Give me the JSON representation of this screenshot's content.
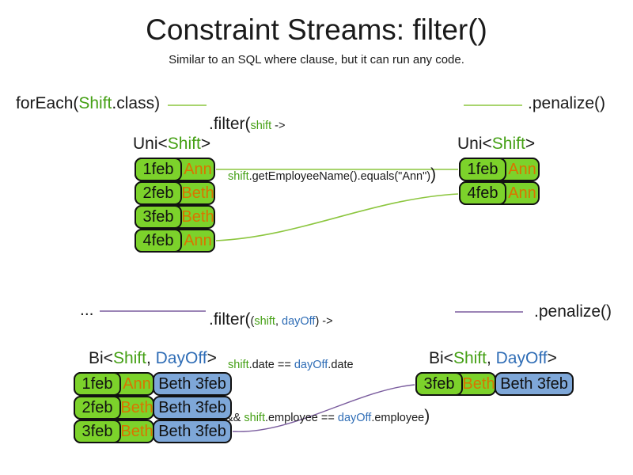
{
  "slide": {
    "title": "Constraint Streams: filter()",
    "subtitle": "Similar to an SQL where clause, but it can run any code."
  },
  "colors": {
    "green_box": "#7cd22b",
    "blue_box": "#7ea7d8",
    "green_text": "#45a015",
    "blue_text": "#2f6db6",
    "orange_text": "#d97400",
    "green_wire": "#8cc63f",
    "purple_wire": "#7a5c9e",
    "box_border": "#111111",
    "text": "#1a1a1a"
  },
  "uni_section": {
    "for_each": {
      "pre": "forEach(",
      "type": "Shift",
      "post": ".class)"
    },
    "filter": {
      "call": ".filter(",
      "param": "shift",
      "arrow": " ->",
      "body_param": "shift",
      "body": ".getEmployeeName().equals(\"Ann\")",
      "close": ")"
    },
    "penalize": ".penalize()",
    "left_table": {
      "label": {
        "pre": "Uni<",
        "type": "Shift",
        "post": ">"
      },
      "rows": [
        {
          "date": "1feb",
          "employee": "Ann"
        },
        {
          "date": "2feb",
          "employee": "Beth"
        },
        {
          "date": "3feb",
          "employee": "Beth"
        },
        {
          "date": "4feb",
          "employee": "Ann"
        }
      ]
    },
    "right_table": {
      "label": {
        "pre": "Uni<",
        "type": "Shift",
        "post": ">"
      },
      "rows": [
        {
          "date": "1feb",
          "employee": "Ann"
        },
        {
          "date": "4feb",
          "employee": "Ann"
        }
      ]
    }
  },
  "bi_section": {
    "source": "...",
    "filter": {
      "call": ".filter(",
      "open": "(",
      "param1": "shift",
      "comma": ", ",
      "param2": "dayOff",
      "arrow": ") ->",
      "l2_p1": "shift",
      "l2_m1": ".date == ",
      "l2_p2": "dayOff",
      "l2_m2": ".date",
      "l3_m0": "&& ",
      "l3_p1": "shift",
      "l3_m1": ".employee == ",
      "l3_p2": "dayOff",
      "l3_m2": ".employee",
      "close": ")"
    },
    "penalize": ".penalize()",
    "left_table": {
      "label": {
        "pre": "Bi<",
        "type1": "Shift",
        "comma": ", ",
        "type2": "DayOff",
        "post": ">"
      },
      "rows": [
        {
          "date": "1feb",
          "employee": "Ann",
          "pair": "Beth 3feb"
        },
        {
          "date": "2feb",
          "employee": "Beth",
          "pair": "Beth 3feb"
        },
        {
          "date": "3feb",
          "employee": "Beth",
          "pair": "Beth 3feb"
        }
      ]
    },
    "right_table": {
      "label": {
        "pre": "Bi<",
        "type1": "Shift",
        "comma": ", ",
        "type2": "DayOff",
        "post": ">"
      },
      "rows": [
        {
          "date": "3feb",
          "employee": "Beth",
          "pair": "Beth 3feb"
        }
      ]
    }
  }
}
